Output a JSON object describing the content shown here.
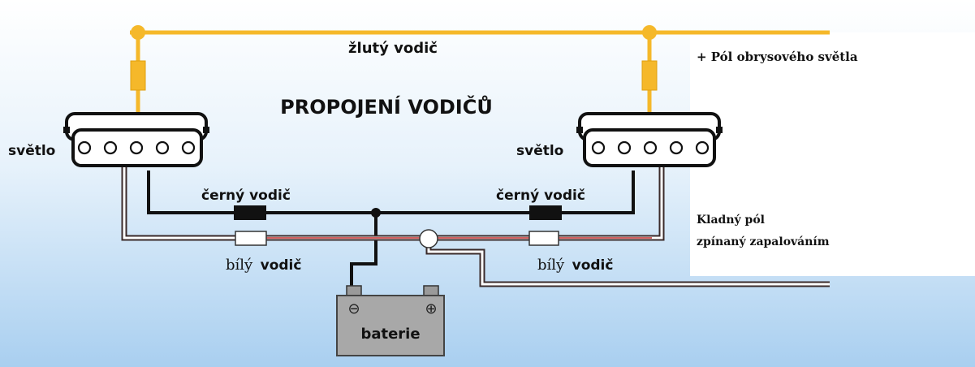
{
  "labels": {
    "yellow_wire": "žlutý vodič",
    "title": "PROPOJENÍ VODIČŮ",
    "light_left": "světlo",
    "light_right": "světlo",
    "black_wire_left": "černý vodič",
    "black_wire_right": "černý vodič",
    "white_wire_left_a": "bílý",
    "white_wire_left_b": "vodič",
    "white_wire_right_a": "bílý",
    "white_wire_right_b": "vodič",
    "battery": "baterie",
    "battery_minus": "⊖",
    "battery_plus": "⊕",
    "note_marker_pole": "+ Pól obrysového světla",
    "note_ignition_line1": "Kladný pól",
    "note_ignition_line2": "zpínaný zapalováním"
  },
  "colors": {
    "background_top": "#ffffff",
    "background_bottom": "#a9cff0",
    "yellow_wire": "#f5b82a",
    "black_wire": "#111111",
    "white_wire": "#ffffff",
    "red_wire": "#c22a2a",
    "battery_body": "#a8a8a8",
    "lamp_body": "#ffffff"
  },
  "icons": [
    "lamp-icon",
    "battery-icon",
    "fuse-icon",
    "junction-dot",
    "connector-ring"
  ]
}
